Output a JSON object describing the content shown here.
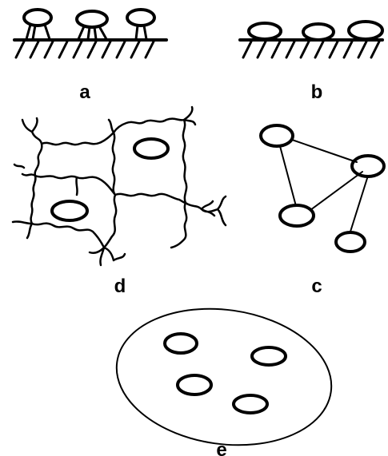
{
  "panels": {
    "a": {
      "label": "a"
    },
    "b": {
      "label": "b"
    },
    "c": {
      "label": "c"
    },
    "d": {
      "label": "d"
    },
    "e": {
      "label": "e"
    }
  },
  "colors": {
    "ink": "#000000",
    "background": "#ffffff"
  }
}
